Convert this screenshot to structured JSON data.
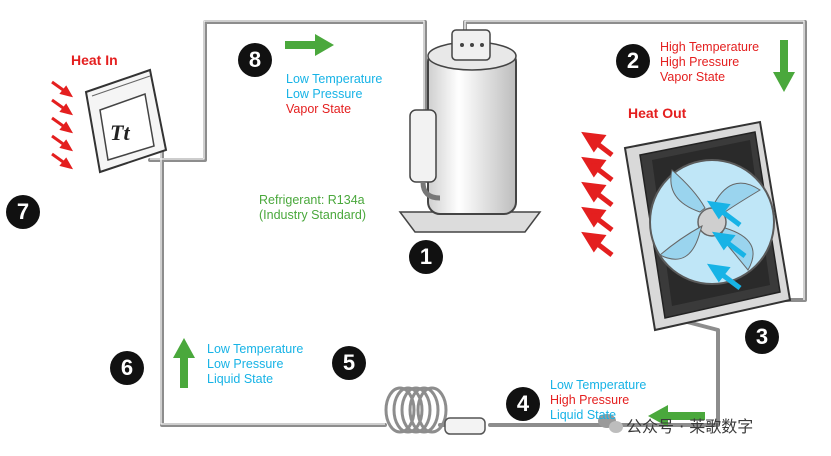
{
  "colors": {
    "cyan": "#17b3e6",
    "red": "#e41f1f",
    "green": "#4aa83c",
    "pipe": "#8d8d8d"
  },
  "titles": {
    "heat_in": "Heat In",
    "heat_out": "Heat Out"
  },
  "step_numbers": [
    "1",
    "2",
    "3",
    "4",
    "5",
    "6",
    "7",
    "8"
  ],
  "labels": {
    "step8": [
      "Low Temperature",
      "Low Pressure",
      "Vapor State"
    ],
    "step2": [
      "High Temperature",
      "High Pressure",
      "Vapor State"
    ],
    "step5": [
      "Low Temperature",
      "Low Pressure",
      "Liquid State"
    ],
    "step4": [
      "Low Temperature",
      "High Pressure",
      "Liquid State"
    ]
  },
  "refrigerant": [
    "Refrigerant: R134a",
    "(Industry Standard)"
  ],
  "evaporator_logo": "Tt",
  "watermark": "公众号 · 莱歌数字",
  "icons": [
    "flow-arrow-right-icon",
    "flow-arrow-down-icon",
    "flow-arrow-up-icon",
    "flow-arrow-left-icon",
    "heat-in-arrows-icon",
    "heat-out-arrows-icon",
    "fan-icon",
    "compressor-icon",
    "coil-icon",
    "wechat-icon"
  ]
}
